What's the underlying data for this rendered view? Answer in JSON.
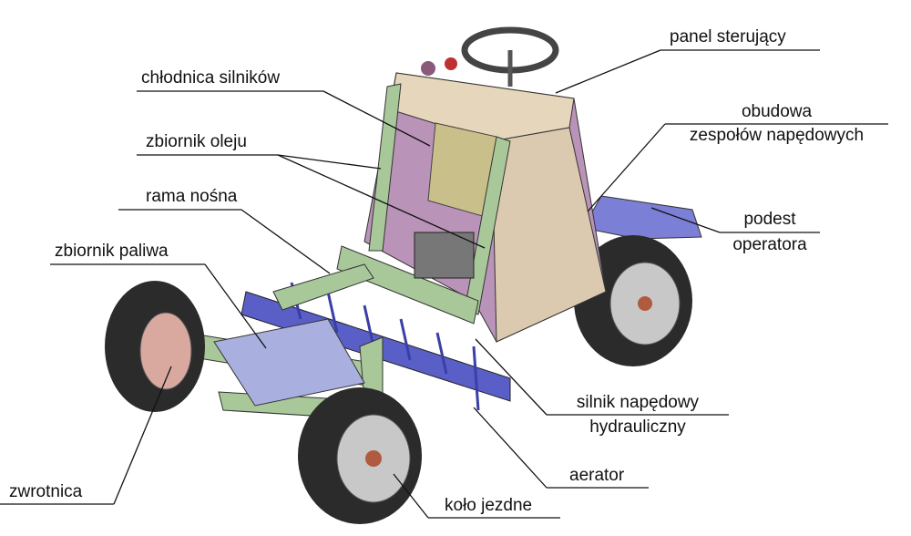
{
  "labels": {
    "control_panel": "panel sterujący",
    "engine_cooler": "chłodnica silników",
    "oil_tank": "zbiornik oleju",
    "frame": "rama nośna",
    "fuel_tank": "zbiornik paliwa",
    "drive_housing_1": "obudowa",
    "drive_housing_2": "zespołów napędowych",
    "operator_platform_1": "podest",
    "operator_platform_2": "operatora",
    "hydraulic_motor_1": "silnik napędowy",
    "hydraulic_motor_2": "hydrauliczny",
    "aerator": "aerator",
    "wheel": "koło jezdne",
    "steering_knuckle": "zwrotnica"
  },
  "colors": {
    "frame": "#a9c89a",
    "housing": "#b993b8",
    "panel": "#e6d6bb",
    "platform": "#7b7fd6",
    "tire": "#2b2b2b"
  }
}
